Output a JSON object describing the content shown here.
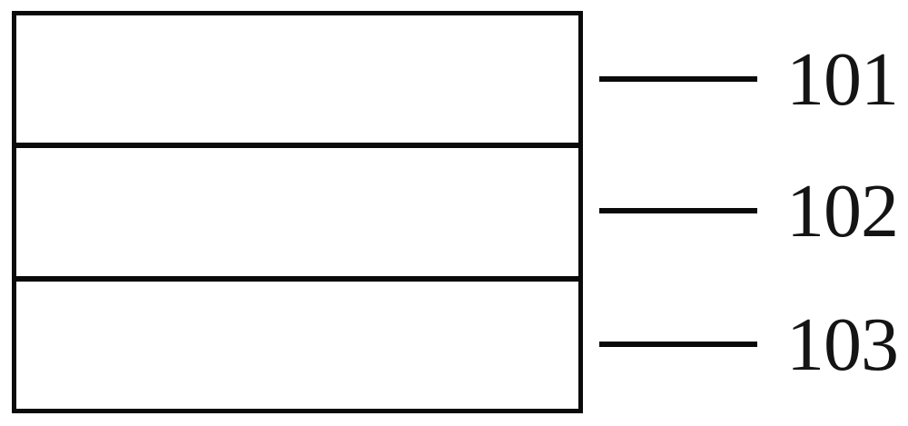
{
  "figure": {
    "type": "layer-stack-diagram",
    "background_color": "#ffffff",
    "line_color": "#0a0a0a",
    "text_color": "#141414",
    "layers": [
      {
        "label": "101"
      },
      {
        "label": "102"
      },
      {
        "label": "103"
      }
    ]
  }
}
